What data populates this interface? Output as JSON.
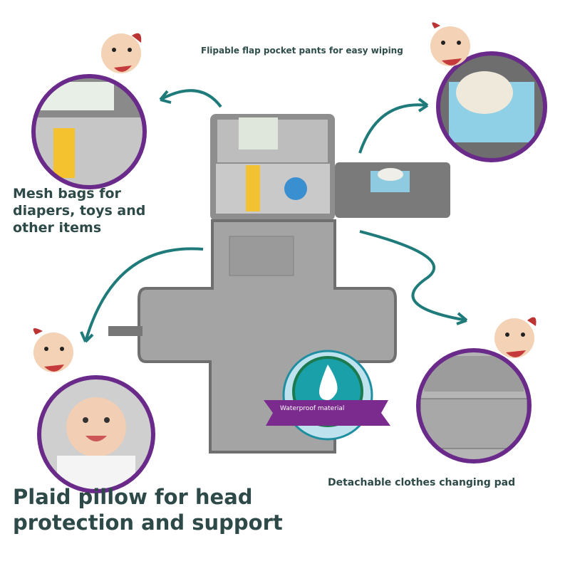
{
  "captions": {
    "top": "Flipable flap pocket pants for easy wiping",
    "mesh": [
      "Mesh bags for",
      "diapers, toys and",
      "other items"
    ],
    "pillow": [
      "Plaid pillow for head",
      "protection and support"
    ],
    "detachable": "Detachable clothes changing pad",
    "badge": "Waterproof material"
  },
  "colors": {
    "arrow": "#1f7a7a",
    "circle_border": "#6a2a8a",
    "mat": "#9a9a9a",
    "text": "#2e4a48",
    "badge_teal": "#1aa0a8",
    "ribbon": "#7b2a8e"
  }
}
